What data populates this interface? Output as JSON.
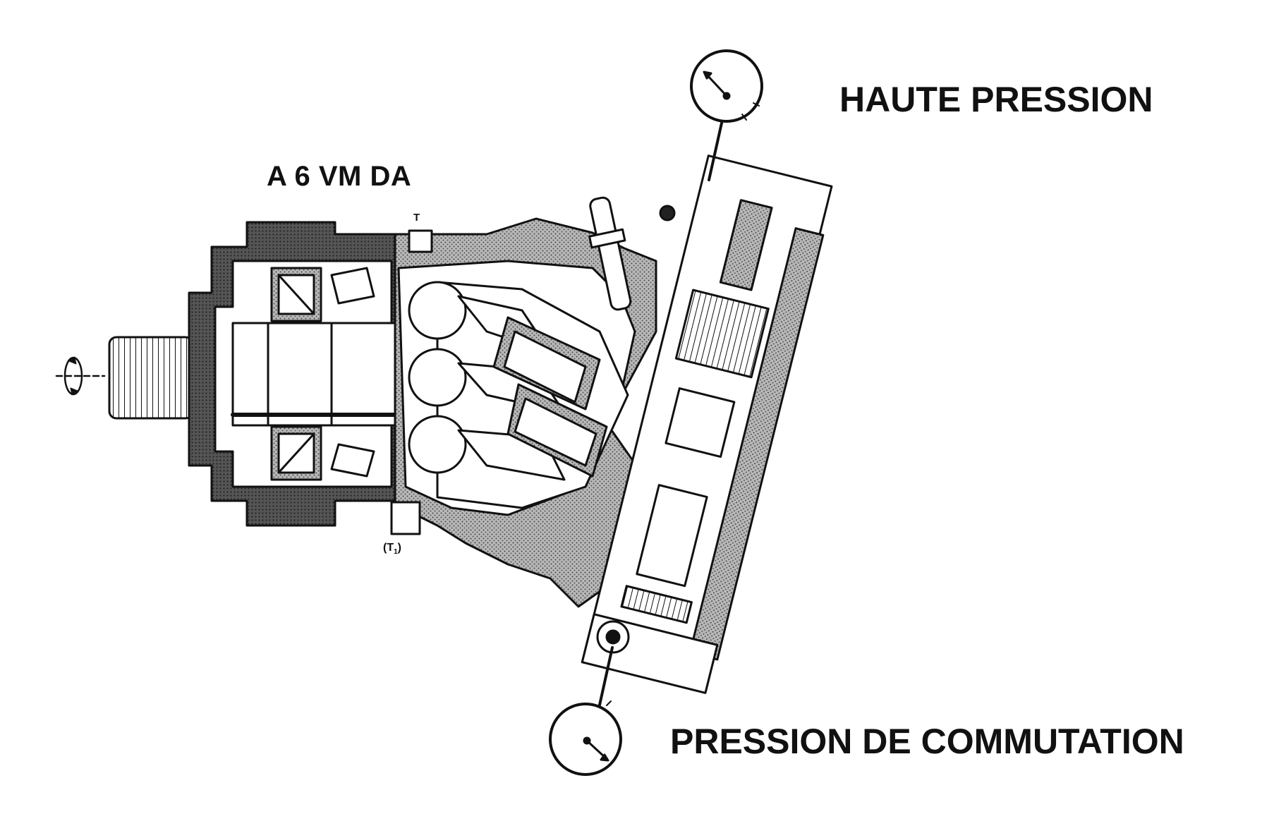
{
  "labels": {
    "model": "A 6 VM DA",
    "high_pressure": "HAUTE PRESSION",
    "switching_pressure": "PRESSION DE COMMUTATION",
    "port_t": "T",
    "port_t1_open": "(T",
    "port_t1_sub": "1",
    "port_t1_close": ")"
  },
  "colors": {
    "line": "#111111",
    "hatch": "#9a9a9a",
    "background": "#ffffff"
  },
  "icons": [
    "pressure-gauge-icon",
    "rotation-arrow-icon"
  ]
}
